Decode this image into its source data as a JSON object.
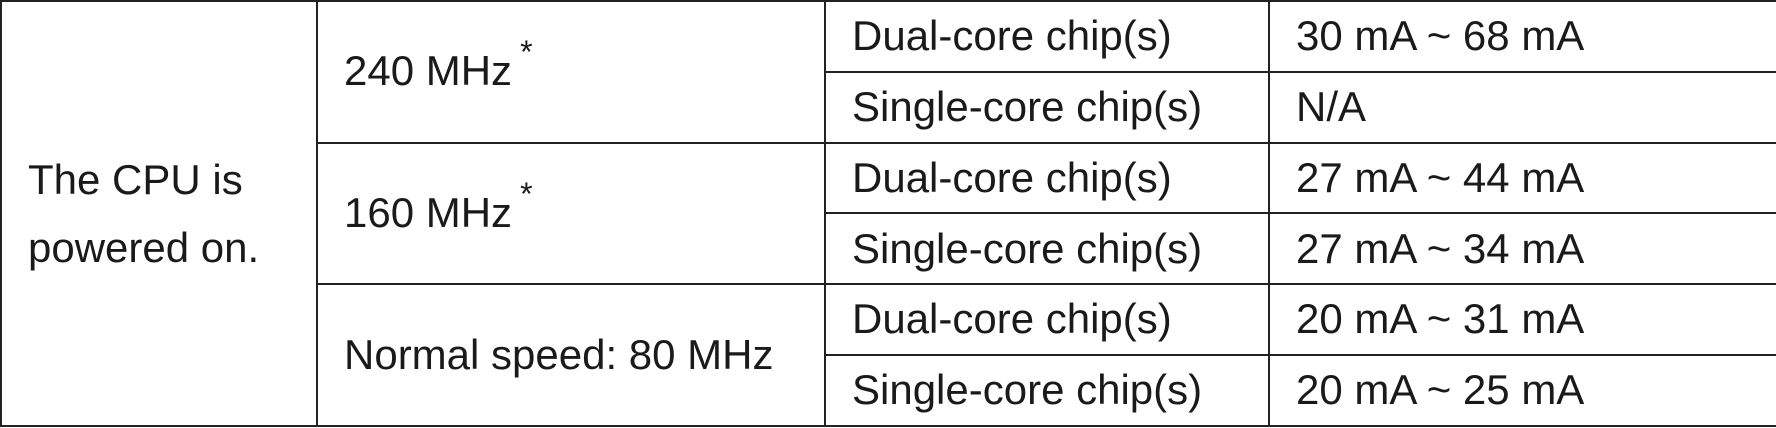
{
  "table": {
    "state": "The CPU is powered on.",
    "groups": [
      {
        "frequency": "240 MHz",
        "footnote": "*",
        "rows": [
          {
            "chip": "Dual-core chip(s)",
            "current": "30 mA ~ 68 mA"
          },
          {
            "chip": "Single-core chip(s)",
            "current": "N/A"
          }
        ]
      },
      {
        "frequency": "160 MHz",
        "footnote": "*",
        "rows": [
          {
            "chip": "Dual-core chip(s)",
            "current": "27 mA ~ 44 mA"
          },
          {
            "chip": "Single-core chip(s)",
            "current": "27 mA ~ 34 mA"
          }
        ]
      },
      {
        "frequency": "Normal speed: 80 MHz",
        "footnote": "",
        "rows": [
          {
            "chip": "Dual-core chip(s)",
            "current": "20 mA ~ 31 mA"
          },
          {
            "chip": "Single-core chip(s)",
            "current": "20 mA ~ 25 mA"
          }
        ]
      }
    ]
  }
}
